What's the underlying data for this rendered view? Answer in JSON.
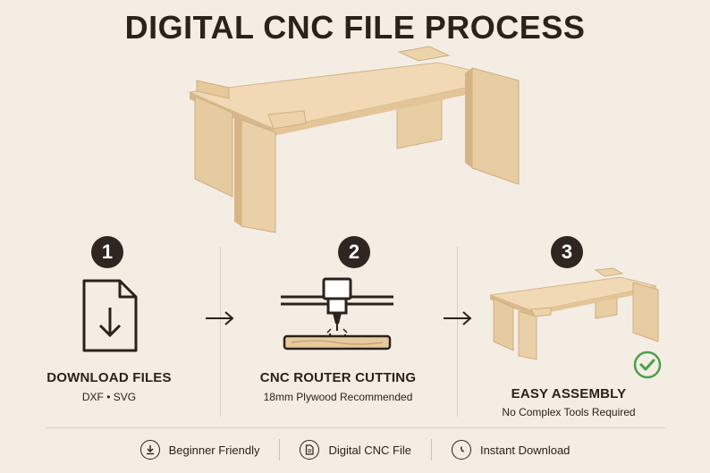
{
  "title": "DIGITAL CNC FILE PROCESS",
  "steps": [
    {
      "number": "1",
      "title": "DOWNLOAD FILES",
      "subtitle": "DXF • SVG",
      "icon": "file-download-icon"
    },
    {
      "number": "2",
      "title": "CNC ROUTER CUTTING",
      "subtitle": "18mm Plywood Recommended",
      "icon": "cnc-router-icon"
    },
    {
      "number": "3",
      "title": "EASY ASSEMBLY",
      "subtitle": "No Complex Tools Required",
      "icon": "assembled-table-image"
    }
  ],
  "features": [
    {
      "label": "Beginner Friendly",
      "icon": "download-circle-icon"
    },
    {
      "label": "Digital CNC File",
      "icon": "document-icon"
    },
    {
      "label": "Instant Download",
      "icon": "clock-icon"
    }
  ],
  "colors": {
    "background": "#f4ede4",
    "wood": "#e9cfa6",
    "wood_edge": "#d7b88c",
    "text": "#2b221b",
    "check_green": "#4aa04a"
  }
}
